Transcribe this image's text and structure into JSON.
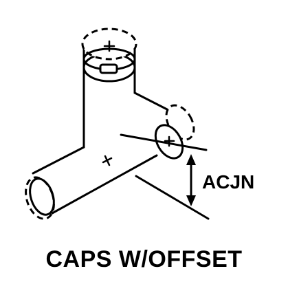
{
  "diagram": {
    "dimension_label": "ACJN",
    "caption": "CAPS W/OFFSET"
  },
  "icons": {
    "dimension_arrow": "double-headed-arrow",
    "plus_marker": "plus-sign"
  }
}
